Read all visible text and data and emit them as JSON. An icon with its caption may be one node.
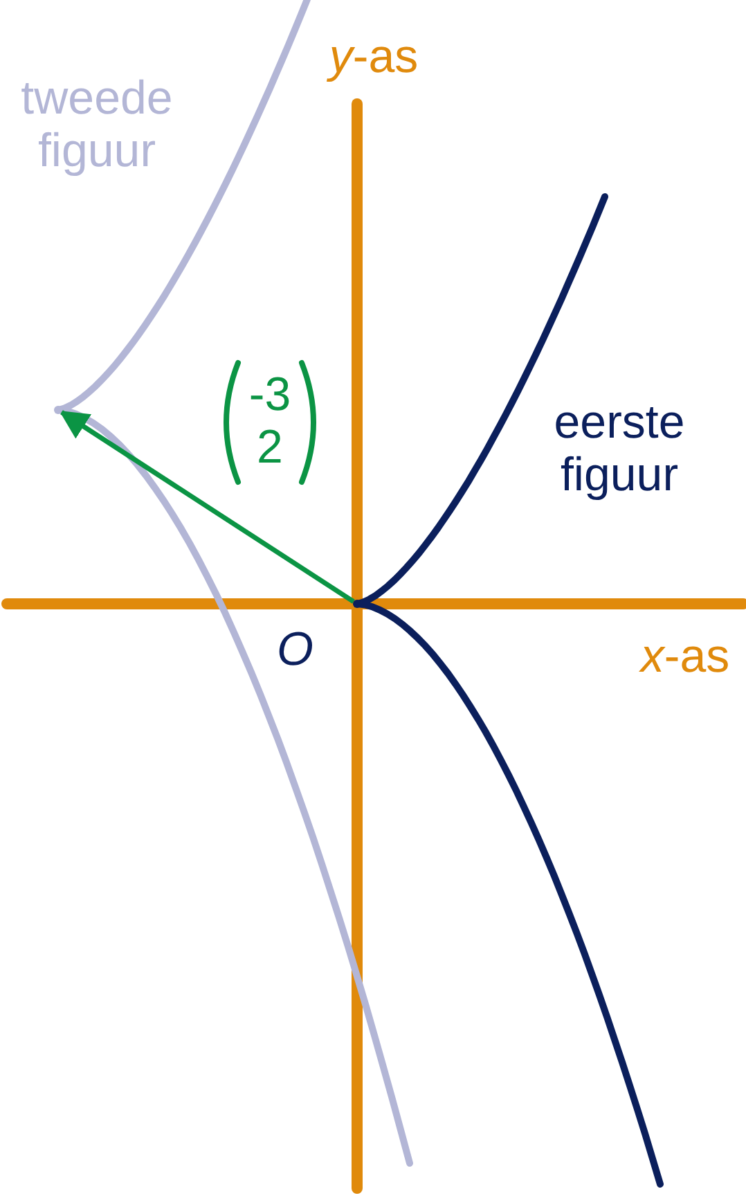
{
  "diagram": {
    "nodes": [
      {
        "text": [],
        "shape": "point",
        "beside": [
          "O"
        ]
      },
      {
        "text": [],
        "shape": "point"
      }
    ],
    "edges": [
      {
        "from": 0,
        "to": 1,
        "arrow": "to",
        "label": "-3 2",
        "color": "#0b9444"
      }
    ],
    "labels": [
      "*y*-as",
      "tweede figuur",
      "eerste figuur",
      "*x*-as"
    ]
  }
}
